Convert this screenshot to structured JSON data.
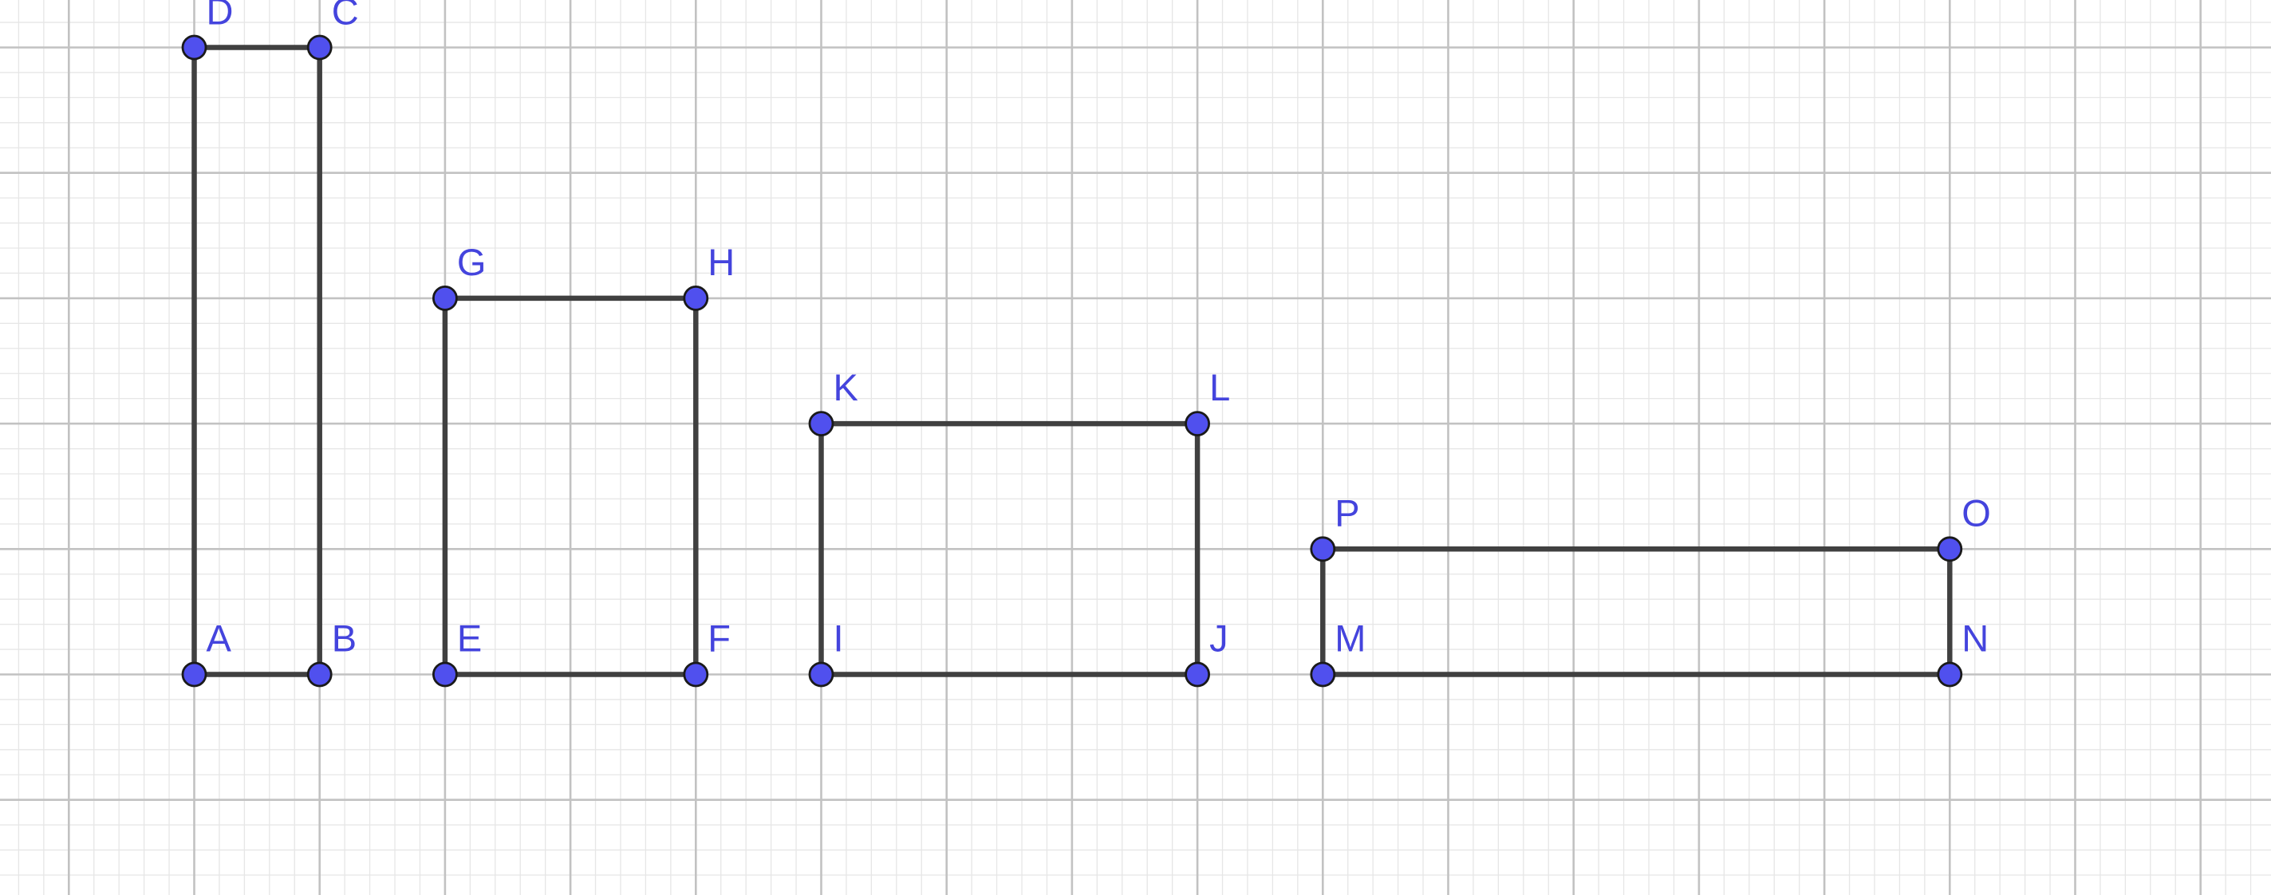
{
  "colors": {
    "background": "#ffffff",
    "grid_minor": "#e6e6e6",
    "grid_major": "#c2c2c2",
    "segment": "#404040",
    "point_fill": "#5050ee",
    "point_stroke": "#1a1a1a",
    "label": "#4444dd"
  },
  "shapes": [
    {
      "name": "rectangle-abcd",
      "vertices": [
        {
          "label": "A",
          "x": 0,
          "y": 0
        },
        {
          "label": "B",
          "x": 1,
          "y": 0
        },
        {
          "label": "C",
          "x": 1,
          "y": 5
        },
        {
          "label": "D",
          "x": 0,
          "y": 5
        }
      ]
    },
    {
      "name": "rectangle-efhg",
      "vertices": [
        {
          "label": "E",
          "x": 2,
          "y": 0
        },
        {
          "label": "F",
          "x": 4,
          "y": 0
        },
        {
          "label": "H",
          "x": 4,
          "y": 3
        },
        {
          "label": "G",
          "x": 2,
          "y": 3
        }
      ]
    },
    {
      "name": "rectangle-ijlk",
      "vertices": [
        {
          "label": "I",
          "x": 5,
          "y": 0
        },
        {
          "label": "J",
          "x": 8,
          "y": 0
        },
        {
          "label": "L",
          "x": 8,
          "y": 2
        },
        {
          "label": "K",
          "x": 5,
          "y": 2
        }
      ]
    },
    {
      "name": "rectangle-mnop",
      "vertices": [
        {
          "label": "M",
          "x": 9,
          "y": 0
        },
        {
          "label": "N",
          "x": 14,
          "y": 0
        },
        {
          "label": "O",
          "x": 14,
          "y": 1
        },
        {
          "label": "P",
          "x": 9,
          "y": 1
        }
      ]
    }
  ]
}
